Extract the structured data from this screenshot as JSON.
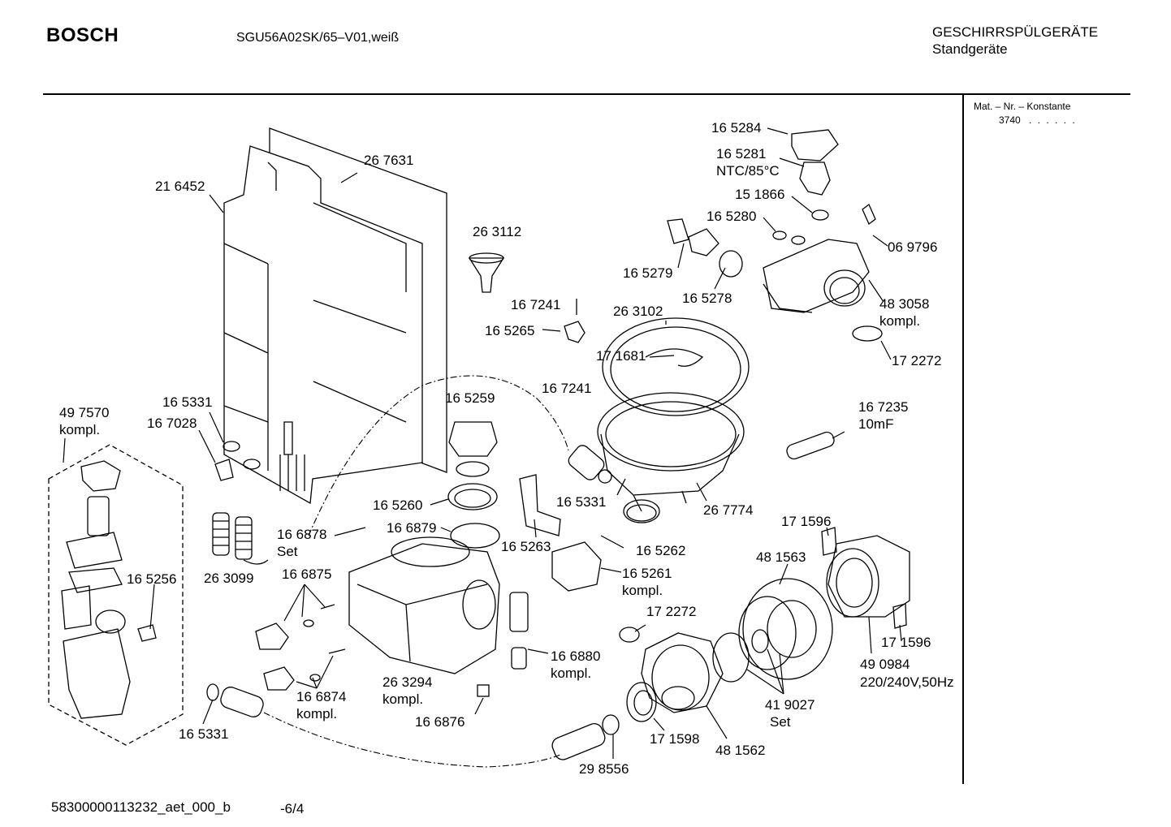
{
  "header": {
    "brand": "BOSCH",
    "model": "SGU56A02SK/65–V01,weiß",
    "category_line1": "GESCHIRRSPÜLGERÄTE",
    "category_line2": "Standgeräte"
  },
  "side_panel": {
    "label": "Mat. – Nr. – Konstante",
    "value": "3740",
    "dots": ". . . . . ."
  },
  "footer": {
    "doc_id": "58300000113232_aet_000_b",
    "page": "-6/4"
  },
  "part_labels": [
    "16 5284",
    "16 5281",
    "NTC/85°C",
    "15 1866",
    "16 5280",
    "06 9796",
    "16 5279",
    "16 5278",
    "48 3058",
    "kompl.",
    "17 2272",
    "26 7631",
    "21 6452",
    "26 3112",
    "16 7241",
    "26 3102",
    "16 5265",
    "17 1681",
    "16 7241",
    "16 5259",
    "16 7235",
    "10mF",
    "16 5331",
    "16 7028",
    "49 7570",
    "kompl.",
    "16 5331",
    "26 7774",
    "16 5260",
    "16 6879",
    "16 6878",
    "Set",
    "16 5263",
    "16 5262",
    "17 1596",
    "48 1563",
    "26 3099",
    "16 5261",
    "kompl.",
    "16 6875",
    "16 5256",
    "17 2272",
    "17 1596",
    "16 6880",
    "kompl.",
    "49 0984",
    "220/240V,50Hz",
    "26 3294",
    "kompl.",
    "16 6874",
    "kompl.",
    "41 9027",
    "Set",
    "16 6876",
    "16 5331",
    "17 1598",
    "48 1562",
    "29 8556"
  ]
}
